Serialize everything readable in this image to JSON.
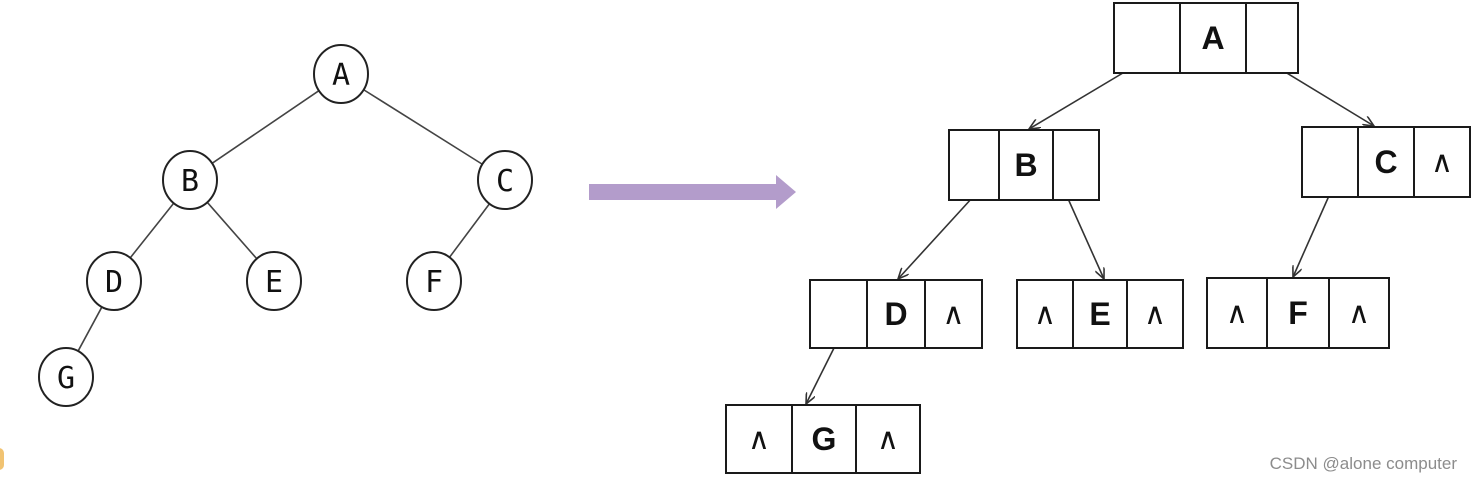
{
  "tree": {
    "nodes": [
      {
        "id": "A",
        "label": "A"
      },
      {
        "id": "B",
        "label": "B"
      },
      {
        "id": "C",
        "label": "C"
      },
      {
        "id": "D",
        "label": "D"
      },
      {
        "id": "E",
        "label": "E"
      },
      {
        "id": "F",
        "label": "F"
      },
      {
        "id": "G",
        "label": "G"
      }
    ],
    "edges": [
      [
        "A",
        "B"
      ],
      [
        "A",
        "C"
      ],
      [
        "B",
        "D"
      ],
      [
        "B",
        "E"
      ],
      [
        "C",
        "F"
      ],
      [
        "D",
        "G"
      ]
    ]
  },
  "arrow": {
    "color": "#b39ccb"
  },
  "linked": {
    "null_symbol": "∧",
    "nodes": [
      {
        "id": "A",
        "data": "A",
        "lchild": "B",
        "rchild": "C"
      },
      {
        "id": "B",
        "data": "B",
        "lchild": "D",
        "rchild": "E"
      },
      {
        "id": "C",
        "data": "C",
        "lchild": "F",
        "rchild": null
      },
      {
        "id": "D",
        "data": "D",
        "lchild": "G",
        "rchild": null
      },
      {
        "id": "E",
        "data": "E",
        "lchild": null,
        "rchild": null
      },
      {
        "id": "F",
        "data": "F",
        "lchild": null,
        "rchild": null
      },
      {
        "id": "G",
        "data": "G",
        "lchild": null,
        "rchild": null
      }
    ]
  },
  "watermark": "CSDN @alone computer"
}
